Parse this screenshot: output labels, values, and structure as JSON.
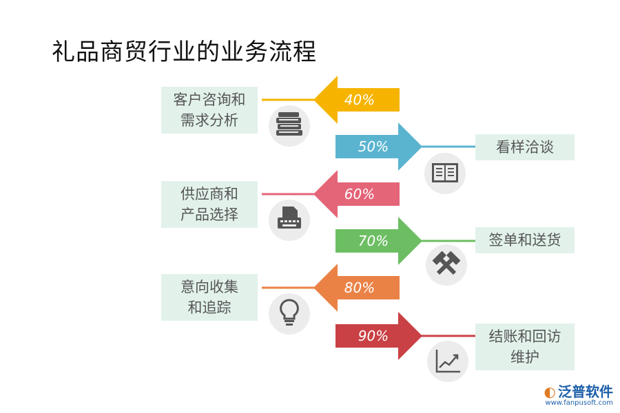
{
  "title": "礼品商贸行业的业务流程",
  "steps": [
    {
      "side": "left",
      "percent": "40%",
      "label_lines": [
        "客户咨询和",
        "需求分析"
      ],
      "color": "#f6b400",
      "icon": "books-icon"
    },
    {
      "side": "right",
      "percent": "50%",
      "label_lines": [
        "看样洽谈"
      ],
      "color": "#5ab4d0",
      "icon": "open-book-icon"
    },
    {
      "side": "left",
      "percent": "60%",
      "label_lines": [
        "供应商和",
        "产品选择"
      ],
      "color": "#e46478",
      "icon": "typewriter-icon"
    },
    {
      "side": "right",
      "percent": "70%",
      "label_lines": [
        "签单和送货"
      ],
      "color": "#6dbe63",
      "icon": "hammers-icon"
    },
    {
      "side": "left",
      "percent": "80%",
      "label_lines": [
        "意向收集",
        "和追踪"
      ],
      "color": "#ea8246",
      "icon": "lightbulb-icon"
    },
    {
      "side": "right",
      "percent": "90%",
      "label_lines": [
        "结账和回访",
        "维护"
      ],
      "color": "#c94145",
      "icon": "line-chart-icon"
    }
  ],
  "logo": {
    "name": "泛普软件",
    "url": "www.fanpusoft.com"
  },
  "colors": {
    "label_bg": "#e2f2eb",
    "icon_circle": "#ececec",
    "icon_fill": "#555555"
  }
}
